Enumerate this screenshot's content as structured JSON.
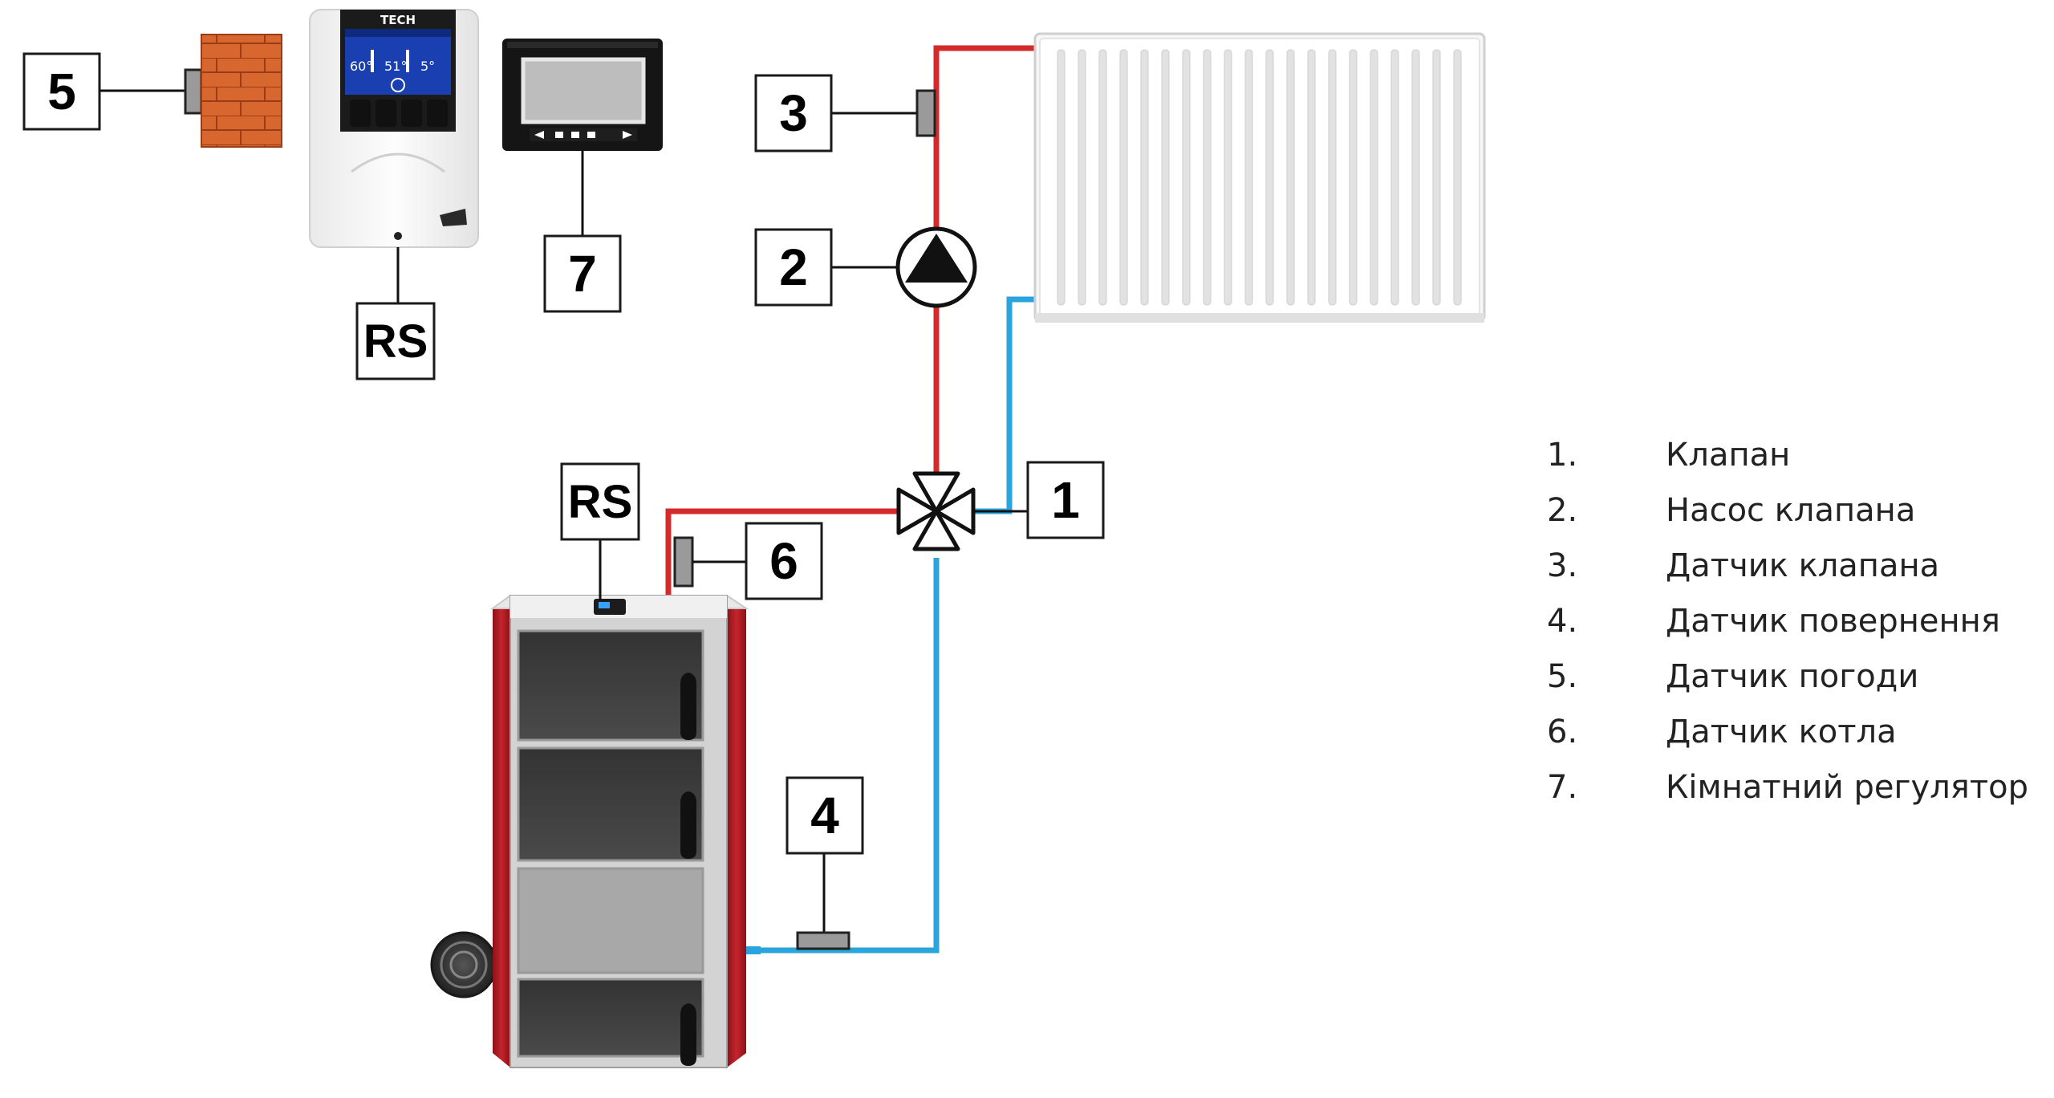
{
  "colors": {
    "supply_pipe": "#d42a2c",
    "return_pipe": "#2aa4dc",
    "box_border": "#1a1a1a",
    "brick": "#d8672f",
    "boiler_red": "#b51f26"
  },
  "labels": {
    "valve": "1",
    "pump": "2",
    "valve_sensor": "3",
    "return_sensor": "4",
    "weather_sensor": "5",
    "boiler_sensor": "6",
    "room_regulator": "7",
    "controller_rs": "RS",
    "boiler_rs": "RS"
  },
  "controller": {
    "brand": "TECH",
    "display_values": [
      "60°",
      "51°",
      "5°"
    ]
  },
  "icons": {
    "pump": "pump-icon",
    "valve": "three-way-valve-icon",
    "radiator": "radiator-icon",
    "boiler": "boiler-icon",
    "wall": "brick-wall-icon"
  },
  "legend": [
    {
      "num": "1.",
      "text": "Клапан"
    },
    {
      "num": "2.",
      "text": "Насос клапана"
    },
    {
      "num": "3.",
      "text": "Датчик клапана"
    },
    {
      "num": "4.",
      "text": "Датчик повернення"
    },
    {
      "num": "5.",
      "text": "Датчик погоди"
    },
    {
      "num": "6.",
      "text": "Датчик котла"
    },
    {
      "num": "7.",
      "text": "Кімнатний регулятор"
    }
  ]
}
